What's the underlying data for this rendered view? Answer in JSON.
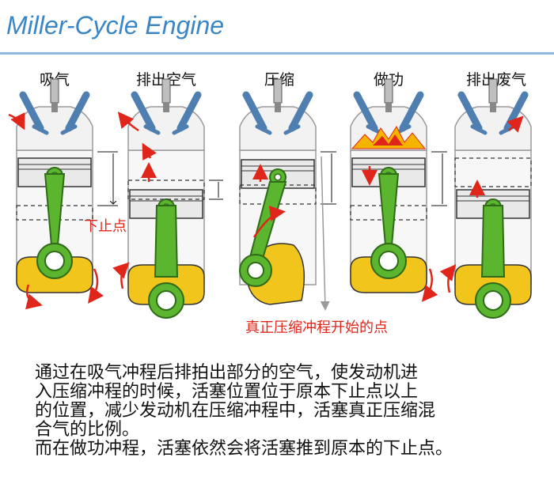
{
  "title": "Miller-Cycle Engine",
  "stages": [
    "吸气",
    "排出空气",
    "压缩",
    "做功",
    "排出废气"
  ],
  "annotations": {
    "bottom_dead_center": "下止点",
    "true_compression_start": "真正压缩冲程开始的点"
  },
  "caption_lines": [
    "通过在吸气冲程后排拍出部分的空气，使发动机进",
    "入压缩冲程的时候，活塞位置位于原本下止点以上",
    "的位置，减少发动机在压缩冲程中，活塞真正压缩混",
    "合气的比例。",
    "而在做功冲程，活塞依然会将活塞推到原本的下止点。"
  ],
  "colors": {
    "title": "#3b86c4",
    "rod": "#5bb52f",
    "crank": "#f2c51d",
    "arrow": "#e0261b",
    "valve": "#4f7fb0",
    "flame": "#f5b400"
  }
}
